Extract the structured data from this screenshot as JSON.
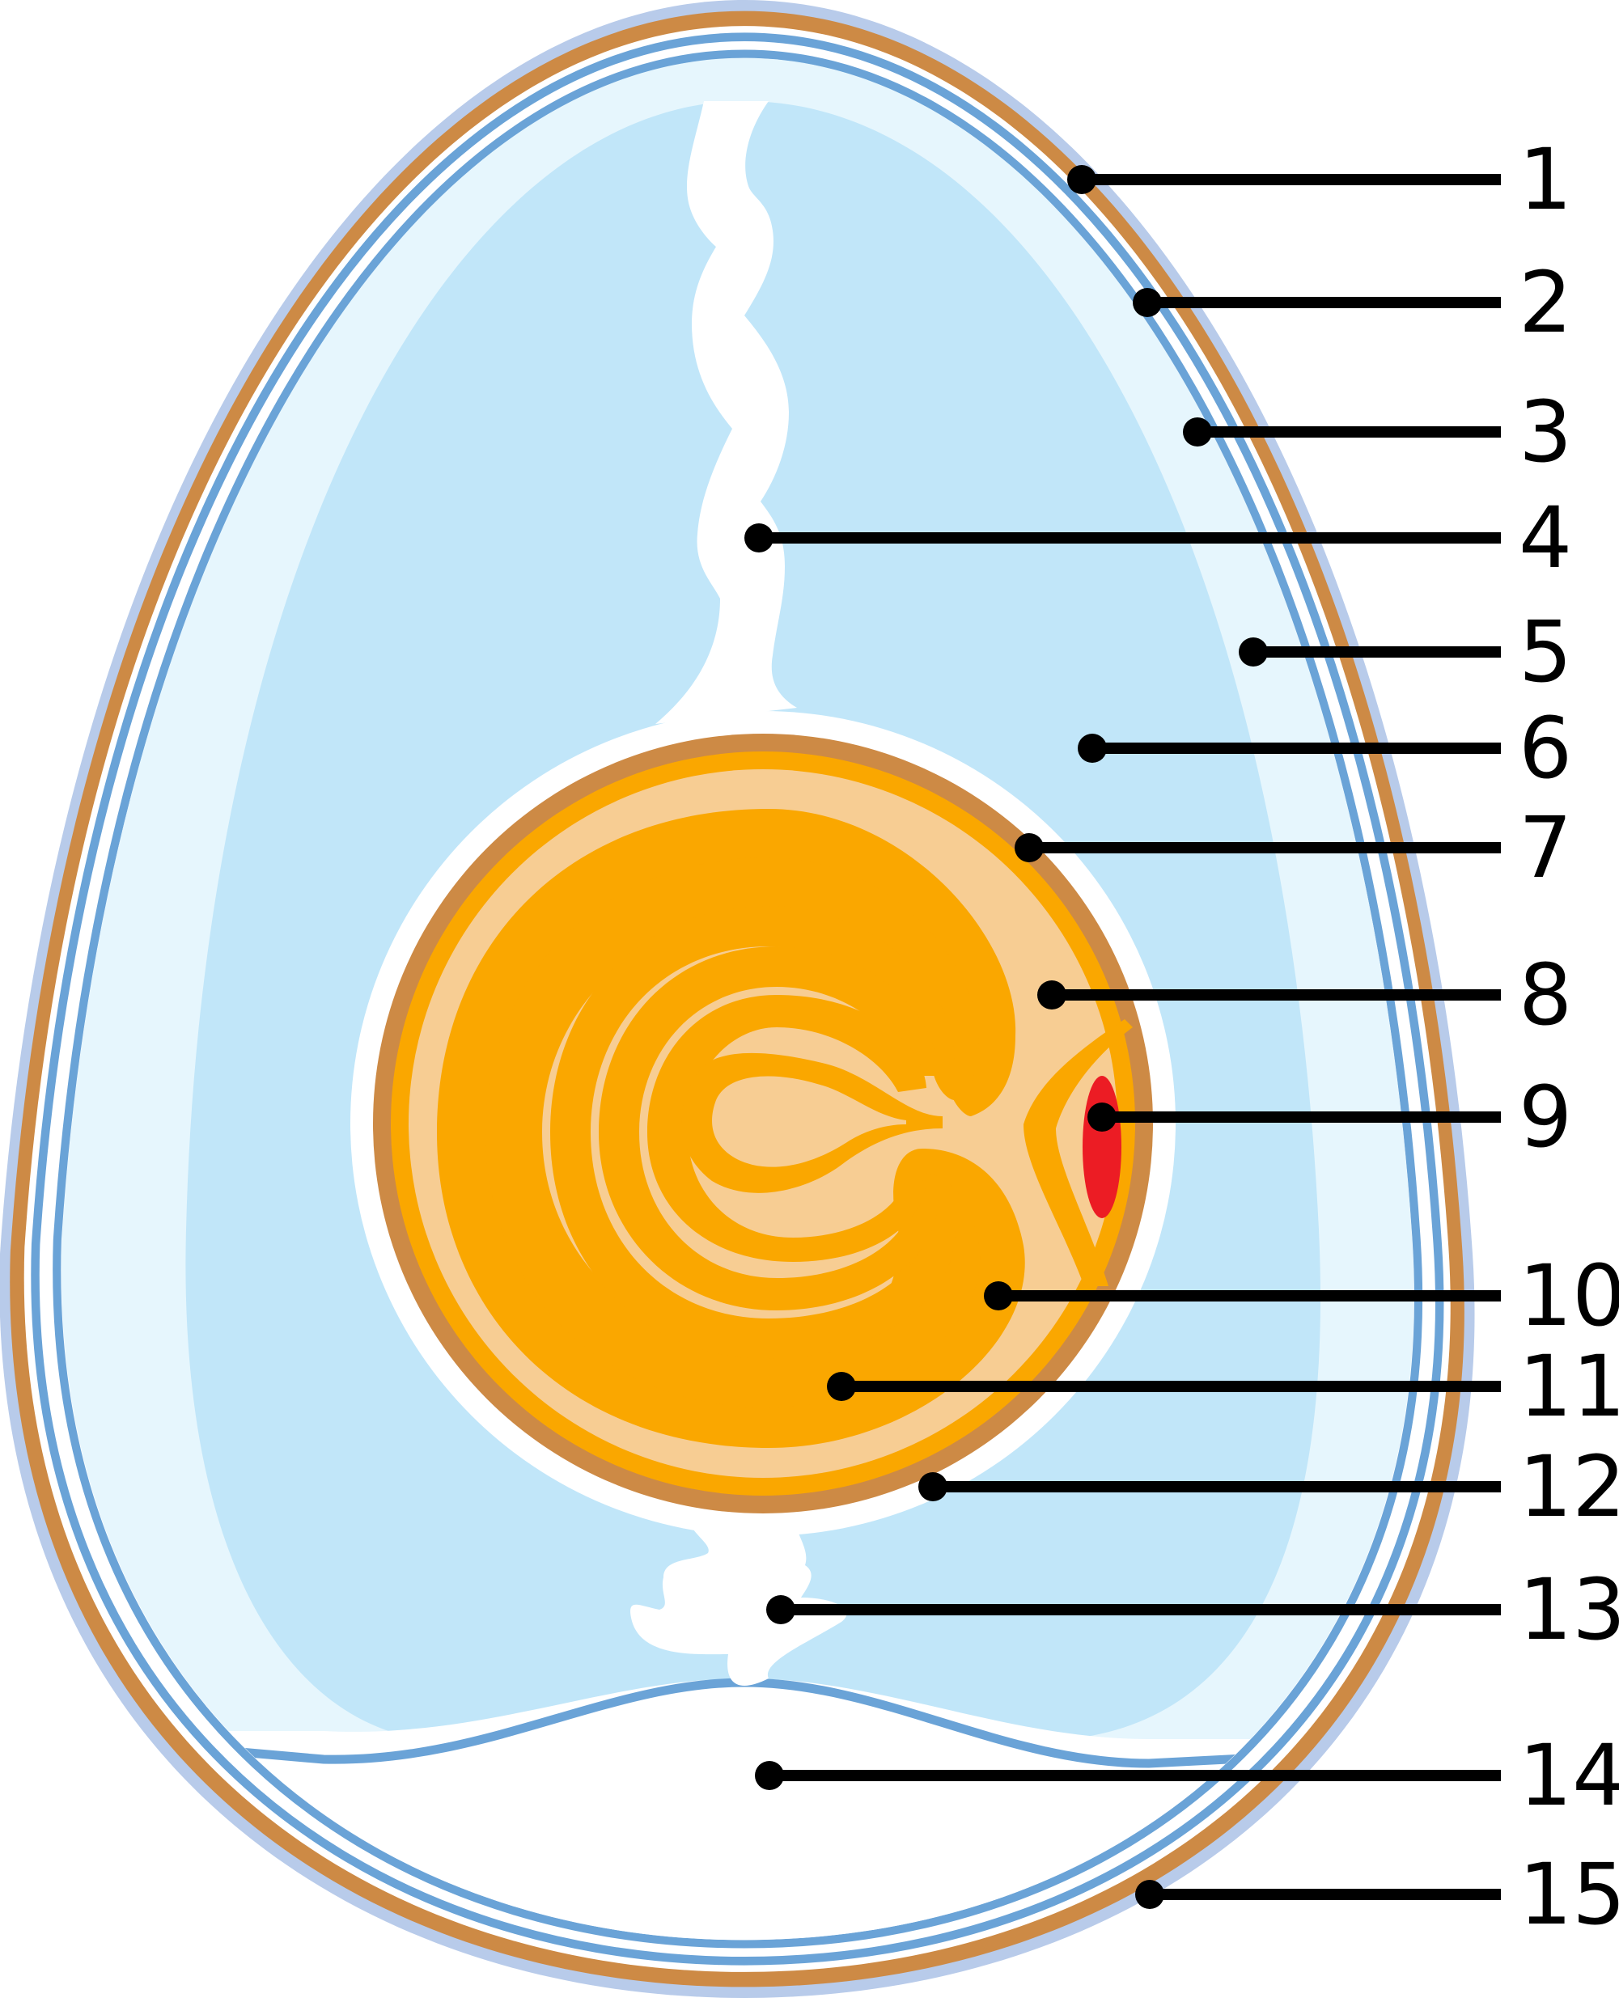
{
  "colors": {
    "bloom": "#b8cbea",
    "shell": "#cd8a45",
    "membrane": "#6aa3d7",
    "white_thick": "#c1e6f9",
    "white_thin": "#e6f6fd",
    "yolk_light": "#f7cd93",
    "yolk_dark": "#faa700",
    "germinal_disc": "#ec1c24",
    "chalaza": "#ffffff",
    "label": "#000000"
  },
  "labels": [
    {
      "text": "1"
    },
    {
      "text": "2"
    },
    {
      "text": "3"
    },
    {
      "text": "4"
    },
    {
      "text": "5"
    },
    {
      "text": "6"
    },
    {
      "text": "7"
    },
    {
      "text": "8"
    },
    {
      "text": "9"
    },
    {
      "text": "10"
    },
    {
      "text": "11"
    },
    {
      "text": "12"
    },
    {
      "text": "13"
    },
    {
      "text": "14"
    },
    {
      "text": "15"
    }
  ]
}
